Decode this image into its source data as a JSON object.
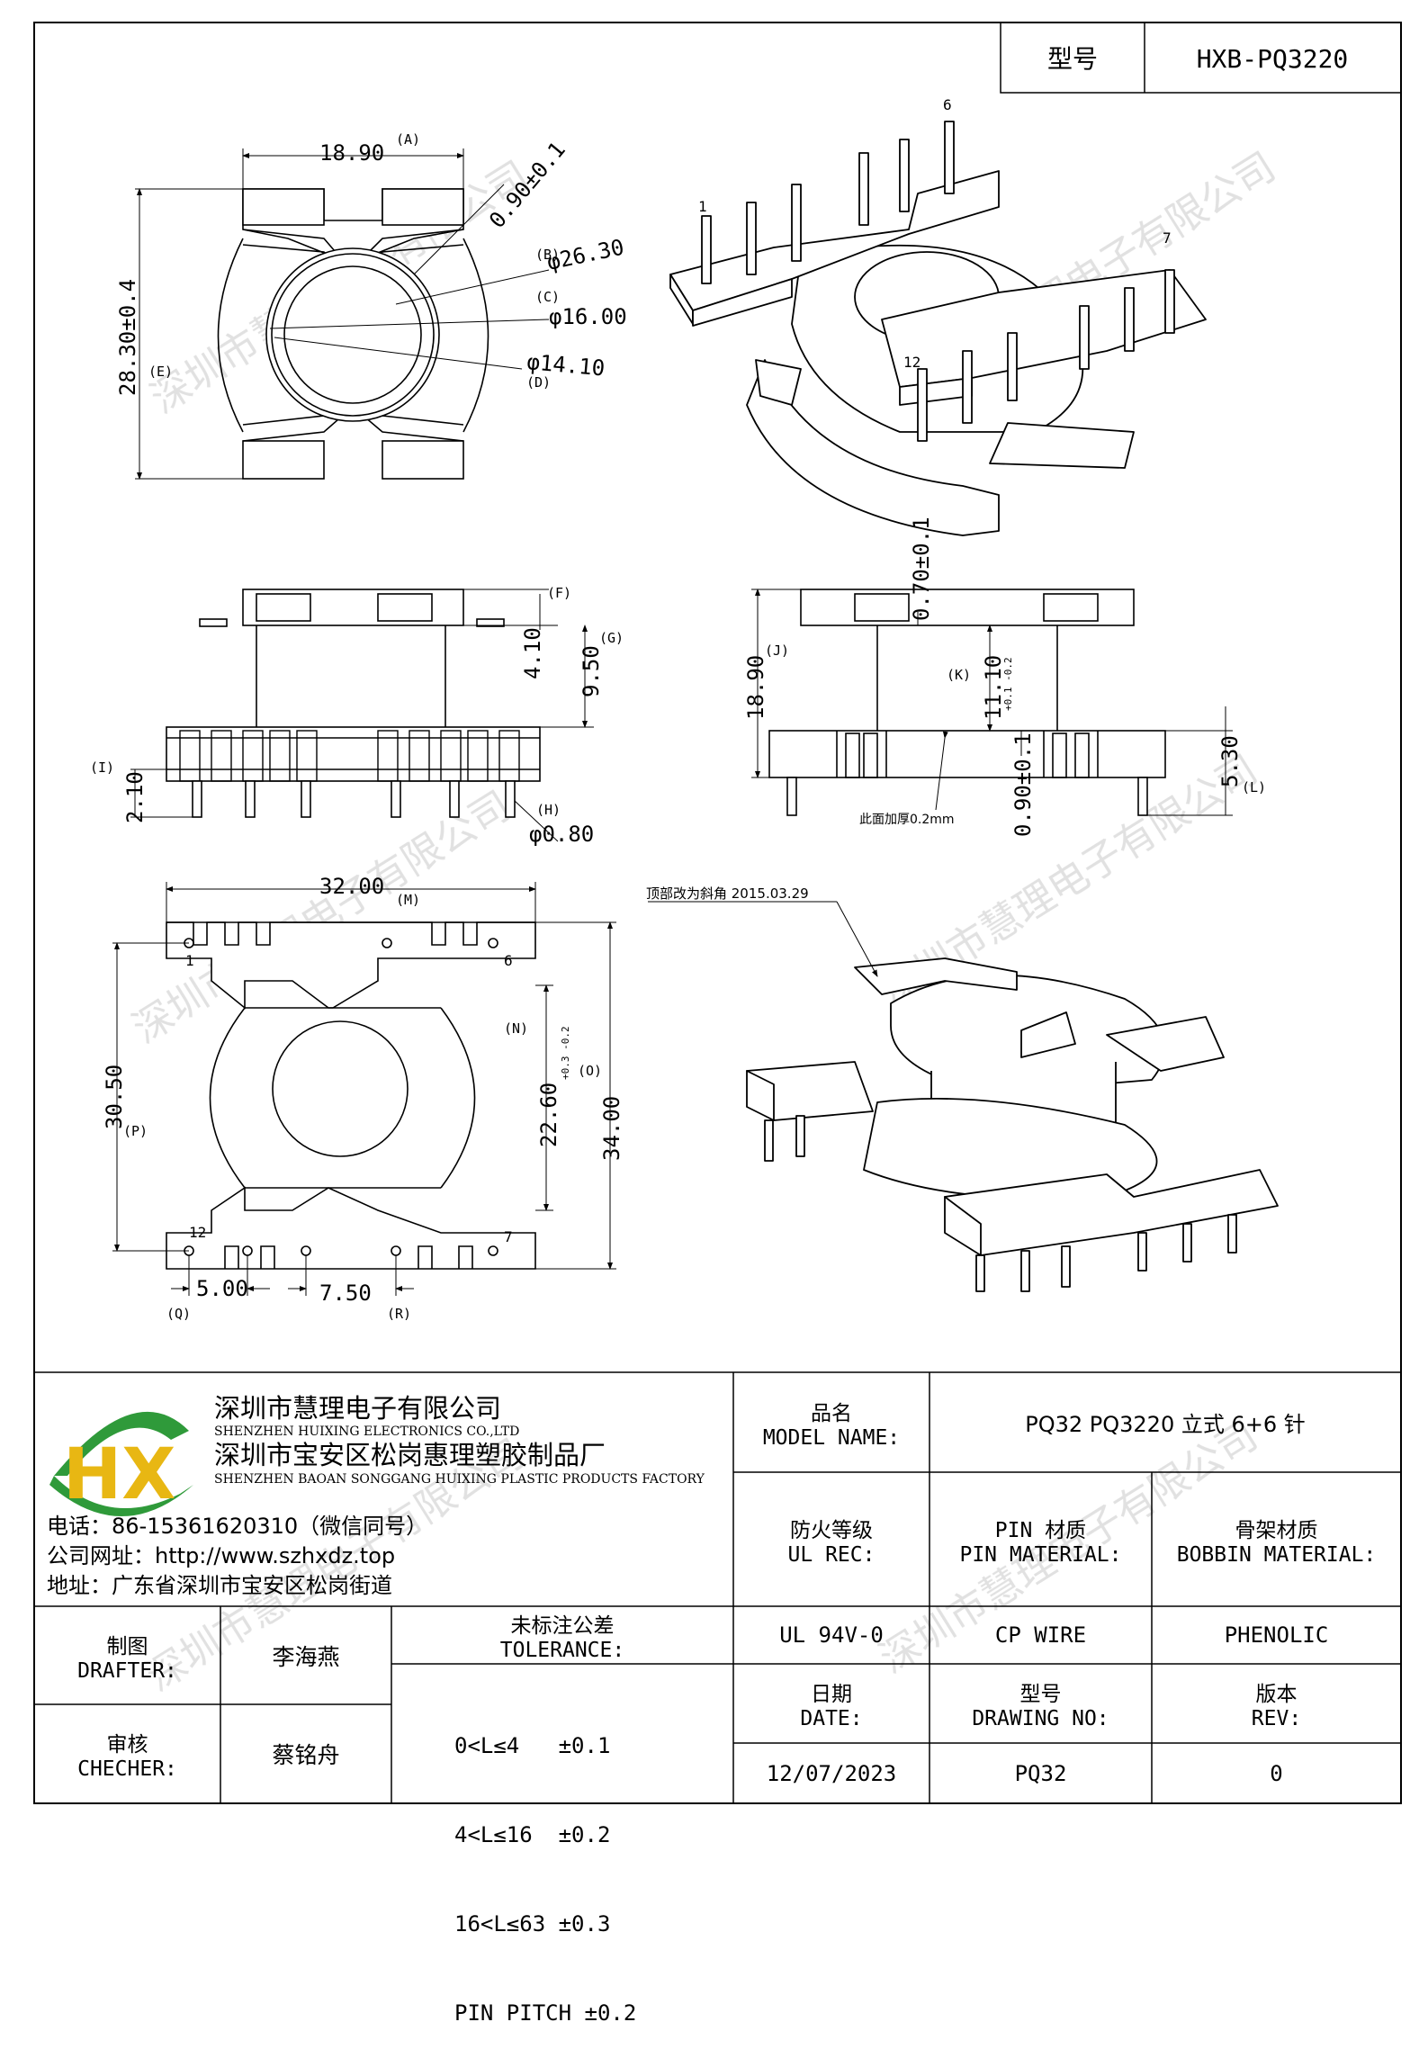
{
  "model_box": {
    "label": "型号",
    "value": "HXB-PQ3220"
  },
  "top_view": {
    "dim_width": "18.90",
    "tag_width": "(A)",
    "dim_height": "28.30±0.4",
    "tag_height": "(E)",
    "dim_wall": "0.90±0.1",
    "dim_d1": "φ26.30",
    "tag_d1": "(B)",
    "dim_d2": "φ16.00",
    "tag_d2": "(C)",
    "dim_d3": "φ14.10",
    "tag_d3": "(D)"
  },
  "iso_top": {
    "pin_1": "1",
    "pin_6": "6",
    "pin_7": "7",
    "pin_12": "12"
  },
  "side_view_left": {
    "dim_f": "(F)",
    "dim_g_val": "4.10",
    "tag_g": "(G)",
    "dim_95": "9.50",
    "tag_i": "(I)",
    "dim_210": "2.10",
    "tag_h": "(H)",
    "dim_pin": "φ0.80"
  },
  "side_view_right": {
    "dim_070": "0.70±0.1",
    "dim_1890": "18.90",
    "tag_j": "(J)",
    "tag_k": "(K)",
    "dim_1110": "11.10",
    "tol_1110": "+0.1 -0.2",
    "dim_530": "5.30",
    "tag_l": "(L)",
    "dim_090": "0.90±0.1",
    "note": "此面加厚0.2mm"
  },
  "bottom_view": {
    "dim_3200": "32.00",
    "tag_m": "(M)",
    "dim_3050": "30.50",
    "tag_p": "(P)",
    "dim_2260": "22.60",
    "tol_2260": "+0.3 -0.2",
    "tag_n": "(N)",
    "dim_3400": "34.00",
    "tag_o": "(O)",
    "dim_500": "5.00",
    "tag_q": "(Q)",
    "dim_750": "7.50",
    "tag_r": "(R)",
    "pin_1": "1",
    "pin_6": "6",
    "pin_12": "12",
    "pin_7": "7"
  },
  "iso_bottom": {
    "note": "顶部改为斜角 2015.03.29"
  },
  "watermark": "深圳市慧理电子有限公司",
  "company": {
    "name_cn": "深圳市慧理电子有限公司",
    "name_en": "SHENZHEN HUIXING ELECTRONICS CO.,LTD",
    "factory_cn": "深圳市宝安区松岗惠理塑胶制品厂",
    "factory_en": "SHENZHEN BAOAN SONGGANG HUIXING PLASTIC PRODUCTS FACTORY",
    "phone": "电话：86-15361620310（微信同号）",
    "website": "公司网址：http://www.szhxdz.top",
    "address": "地址：广东省深圳市宝安区松岗街道",
    "logo_text": "HX"
  },
  "title_block": {
    "model_name_cn": "品名",
    "model_name_en": "MODEL NAME:",
    "model_name_value": "PQ32 PQ3220 立式 6+6 针",
    "ul_cn": "防火等级",
    "ul_en": "UL REC:",
    "pin_cn": "PIN 材质",
    "pin_en": "PIN MATERIAL:",
    "bobbin_cn": "骨架材质",
    "bobbin_en": "BOBBIN MATERIAL:",
    "ul_value": "UL 94V-0",
    "pin_value": "CP WIRE",
    "bobbin_value": "PHENOLIC",
    "drafter_cn": "制图",
    "drafter_en": "DRAFTER:",
    "drafter_name": "李海燕",
    "checker_cn": "审核",
    "checker_en": "CHECHER:",
    "checker_name": "蔡铭舟",
    "tol_cn": "未标注公差",
    "tol_en": "TOLERANCE:",
    "tol_1": "0<L≤4   ±0.1",
    "tol_2": "4<L≤16  ±0.2",
    "tol_3": "16<L≤63 ±0.3",
    "tol_4": "PIN PITCH ±0.2",
    "date_cn": "日期",
    "date_en": "DATE:",
    "dwg_cn": "型号",
    "dwg_en": "DRAWING NO:",
    "rev_cn": "版本",
    "rev_en": "REV:",
    "date_value": "12/07/2023",
    "dwg_value": "PQ32",
    "rev_value": "0"
  }
}
